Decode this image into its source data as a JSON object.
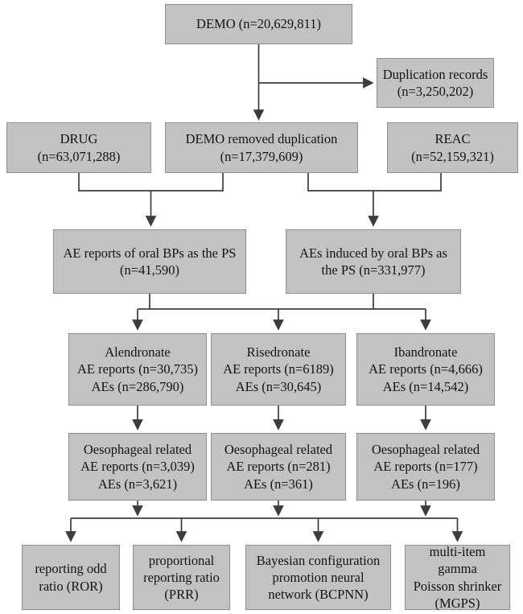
{
  "colors": {
    "box_fill": "#c2c2c2",
    "box_border": "#8f8f8f",
    "line": "#3c3c3c",
    "text": "#141414",
    "background": "#ffffff"
  },
  "nodes": {
    "demo": "DEMO (n=20,629,811)",
    "duplication": "Duplication records\n(n=3,250,202)",
    "drug": "DRUG\n(n=63,071,288)",
    "demo_removed": "DEMO removed duplication\n(n=17,379,609)",
    "reac": "REAC\n(n=52,159,321)",
    "ae_reports_oral_bps": "AE reports of oral BPs as the PS\n(n=41,590)",
    "aes_induced_oral_bps": "AEs induced by oral BPs as\nthe PS (n=331,977)",
    "alendronate": "Alendronate\nAE reports (n=30,735)\nAEs (n=286,790)",
    "risedronate": "Risedronate\nAE reports (n=6189)\nAEs (n=30,645)",
    "ibandronate": "Ibandronate\nAE reports (n=4,666)\nAEs (n=14,542)",
    "oesophageal_alendronate": "Oesophageal related\nAE reports (n=3,039)\nAEs (n=3,621)",
    "oesophageal_risedronate": "Oesophageal related\nAE reports (n=281)\nAEs (n=361)",
    "oesophageal_ibandronate": "Oesophageal related\nAE reports (n=177)\nAEs (n=196)",
    "ror": "reporting odd\nratio (ROR)",
    "prr": "proportional\nreporting ratio\n(PRR)",
    "bcpnn": "Bayesian configuration\npromotion neural\nnetwork (BCPNN)",
    "mgps": "multi-item gamma\nPoisson shrinker\n(MGPS)"
  }
}
